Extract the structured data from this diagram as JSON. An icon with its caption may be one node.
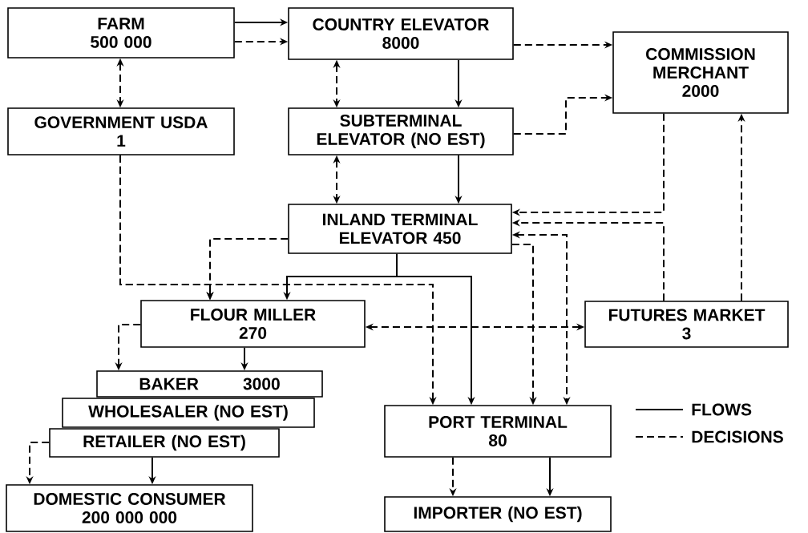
{
  "diagram": {
    "nodes": [
      {
        "text": [
          "FARM",
          "500 000"
        ]
      },
      {
        "text": [
          "COUNTRY ELEVATOR",
          "8000"
        ]
      },
      {
        "text": [
          "COMMISSION MERCHANT",
          "2000"
        ]
      },
      {
        "text": [
          "GOVERNMENT USDA",
          "1"
        ]
      },
      {
        "text": [
          "SUBTERMINAL ELEVATOR (NO EST)"
        ]
      },
      {
        "text": [
          "INLAND TERMINAL ELEVATOR 450"
        ]
      },
      {
        "text": [
          "FLOUR MILLER",
          "270"
        ]
      },
      {
        "text": [
          "FUTURES MARKET",
          "3"
        ]
      },
      {
        "text": [
          "BAKER",
          "3000"
        ]
      },
      {
        "text": [
          "WHOLESALER (NO EST)"
        ]
      },
      {
        "text": [
          "RETAILER (NO EST)"
        ]
      },
      {
        "text": [
          "PORT TERMINAL",
          "80"
        ]
      },
      {
        "text": [
          "DOMESTIC CONSUMER",
          "200 000 000"
        ]
      },
      {
        "text": [
          "IMPORTER (NO EST)"
        ]
      }
    ],
    "edges": [
      {
        "from": 0,
        "to": 1,
        "arrow": "to"
      },
      {
        "from": 0,
        "to": 1,
        "arrow": "to",
        "style": "dashed"
      },
      {
        "from": 0,
        "to": 3,
        "arrow": "both",
        "style": "dashed"
      },
      {
        "from": 1,
        "to": 4,
        "arrow": "both",
        "style": "dashed"
      },
      {
        "from": 1,
        "to": 4,
        "arrow": "to"
      },
      {
        "from": 1,
        "to": 2,
        "arrow": "to",
        "style": "dashed"
      },
      {
        "from": 4,
        "to": 2,
        "arrow": "to",
        "style": "dashed"
      },
      {
        "from": 4,
        "to": 5,
        "arrow": "both",
        "style": "dashed"
      },
      {
        "from": 4,
        "to": 5,
        "arrow": "to"
      },
      {
        "from": 3,
        "to": 6,
        "arrow": "to",
        "style": "dashed"
      },
      {
        "from": 3,
        "to": 11,
        "arrow": "to",
        "style": "dashed"
      },
      {
        "from": 5,
        "to": 6,
        "arrow": "to",
        "style": "dashed"
      },
      {
        "from": 5,
        "to": 6,
        "arrow": "to"
      },
      {
        "from": 5,
        "to": 11,
        "arrow": "to"
      },
      {
        "from": 2,
        "to": 5,
        "arrow": "to",
        "style": "dashed"
      },
      {
        "from": 7,
        "to": 5,
        "arrow": "to",
        "style": "dashed"
      },
      {
        "from": 5,
        "to": 11,
        "arrow": "both",
        "style": "dashed"
      },
      {
        "from": 5,
        "to": 11,
        "arrow": "to",
        "style": "dashed"
      },
      {
        "from": 7,
        "to": 2,
        "arrow": "to",
        "style": "dashed"
      },
      {
        "from": 6,
        "to": 7,
        "arrow": "both",
        "style": "dashed"
      },
      {
        "from": 6,
        "to": 8,
        "arrow": "to"
      },
      {
        "from": 6,
        "to": 8,
        "arrow": "to",
        "style": "dashed"
      },
      {
        "from": 10,
        "to": 12,
        "arrow": "to"
      },
      {
        "from": 10,
        "to": 12,
        "arrow": "to",
        "style": "dashed"
      },
      {
        "from": 11,
        "to": 13,
        "arrow": "to",
        "style": "dashed"
      },
      {
        "from": 11,
        "to": 13,
        "arrow": "to"
      }
    ],
    "legend": [
      {
        "text": "FLOWS"
      },
      {
        "text": "DECISIONS"
      }
    ]
  }
}
